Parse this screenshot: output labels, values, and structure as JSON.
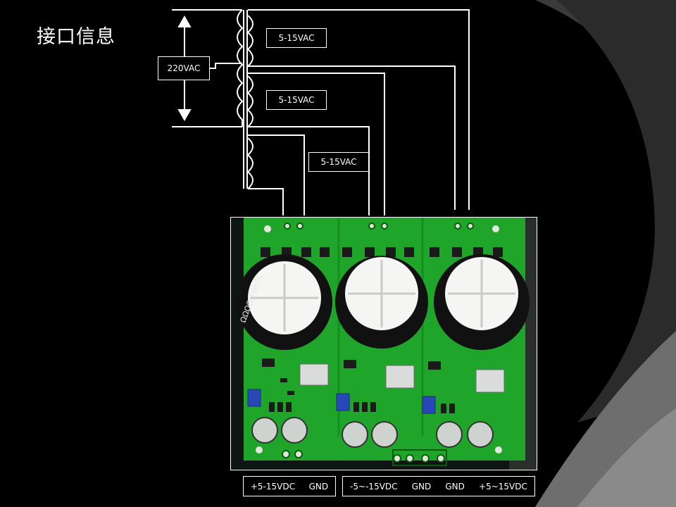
{
  "slide": {
    "title": "接口信息",
    "background": "#000000",
    "line_color": "#ffffff"
  },
  "transformer": {
    "primary_label": "220VAC",
    "secondary_labels": [
      "5-15VAC",
      "5-15VAC",
      "5-15VAC"
    ]
  },
  "board": {
    "pcb_color": "#1fa52a",
    "capacitor_marking": "ΩΩΩΩΩ 85°C"
  },
  "terminals": {
    "left_group": [
      "+5-15VDC",
      "GND"
    ],
    "right_group": [
      "-5~-15VDC",
      "GND",
      "GND",
      "+5~15VDC"
    ]
  }
}
